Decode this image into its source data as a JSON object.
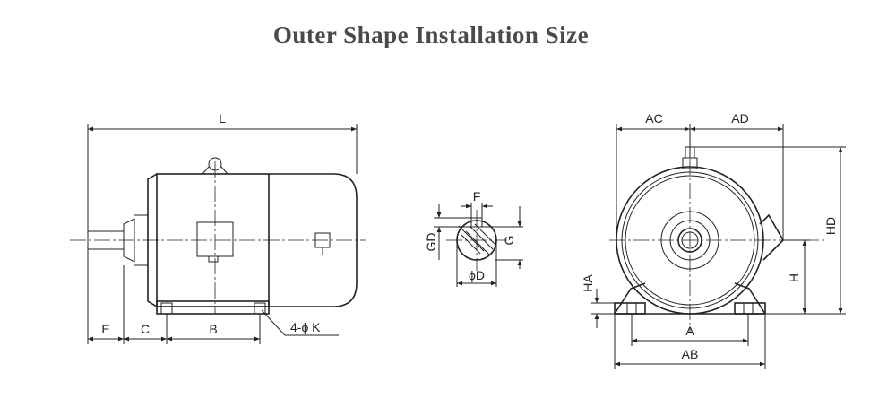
{
  "title": "Outer Shape Installation Size",
  "labels": {
    "L": "L",
    "E": "E",
    "C": "C",
    "B": "B",
    "K": "4-ϕ K",
    "F": "F",
    "GD": "GD",
    "G": "G",
    "D": "ϕD",
    "AC": "AC",
    "AD": "AD",
    "HD": "HD",
    "H": "H",
    "HA": "HA",
    "A": "A",
    "AB": "AB"
  }
}
